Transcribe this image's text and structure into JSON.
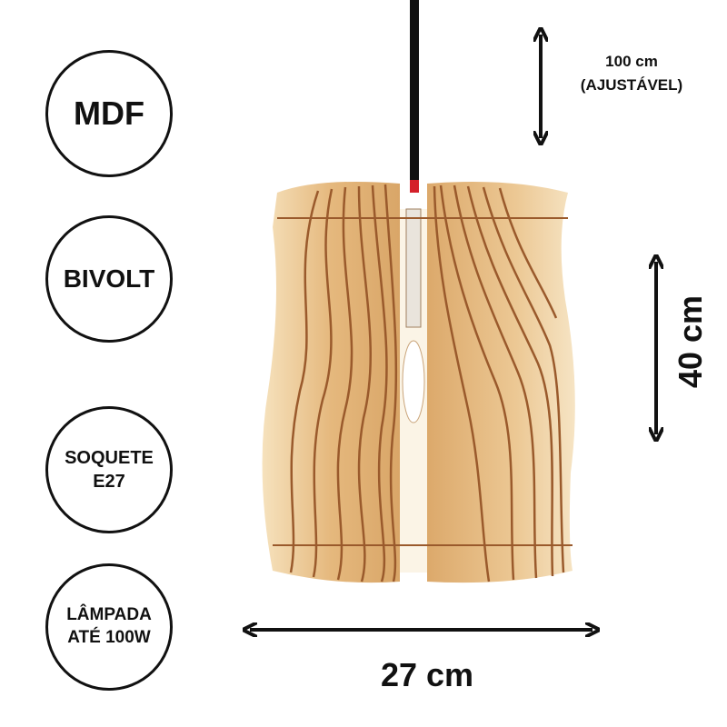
{
  "badges": {
    "material": "MDF",
    "voltage": "BIVOLT",
    "socket_line1": "SOQUETE",
    "socket_line2": "E27",
    "lamp_line1": "LÂMPADA",
    "lamp_line2": "ATÉ 100W"
  },
  "dimensions": {
    "cable_length": "100 cm",
    "cable_note": "(AJUSTÁVEL)",
    "height": "40 cm",
    "width": "27 cm"
  },
  "colors": {
    "wood_light": "#f3d9ad",
    "wood_mid": "#e2b57a",
    "wood_line": "#9a5a2c",
    "cable": "#111111",
    "accent_red": "#d4202a"
  }
}
